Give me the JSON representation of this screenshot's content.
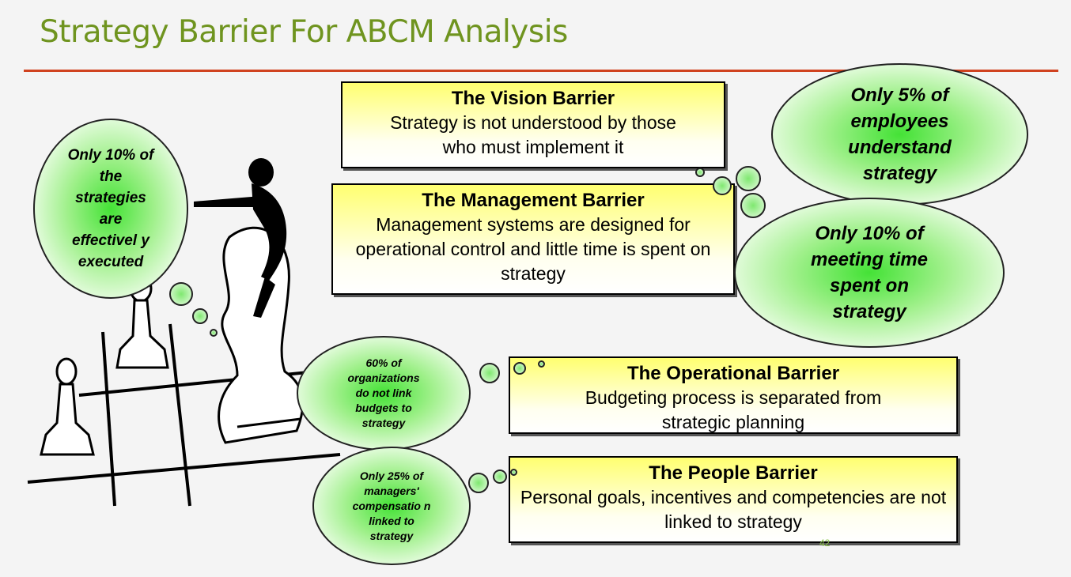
{
  "title": "Strategy Barrier For ABCM Analysis",
  "barriers": [
    {
      "title": "The Vision Barrier",
      "text": "Strategy is not understood by those who must implement it"
    },
    {
      "title": "The Management Barrier",
      "text": "Management systems are designed for operational control and little time is spent on strategy"
    },
    {
      "title": "The Operational Barrier",
      "text": "Budgeting process is separated from strategic planning"
    },
    {
      "title": "The People Barrier",
      "text": "Personal goals, incentives and competencies are not linked to strategy"
    }
  ],
  "clouds": {
    "strategies_executed": "Only 10% of the strategies are effectivel y executed",
    "employees": "Only 5% of employees understand strategy",
    "meeting_time": "Only 10% of meeting time spent on strategy",
    "budgets": "60% of organizations do not link budgets to strategy",
    "compensation": "Only 25% of managers' compensatio n linked to strategy"
  },
  "page_number": "42"
}
